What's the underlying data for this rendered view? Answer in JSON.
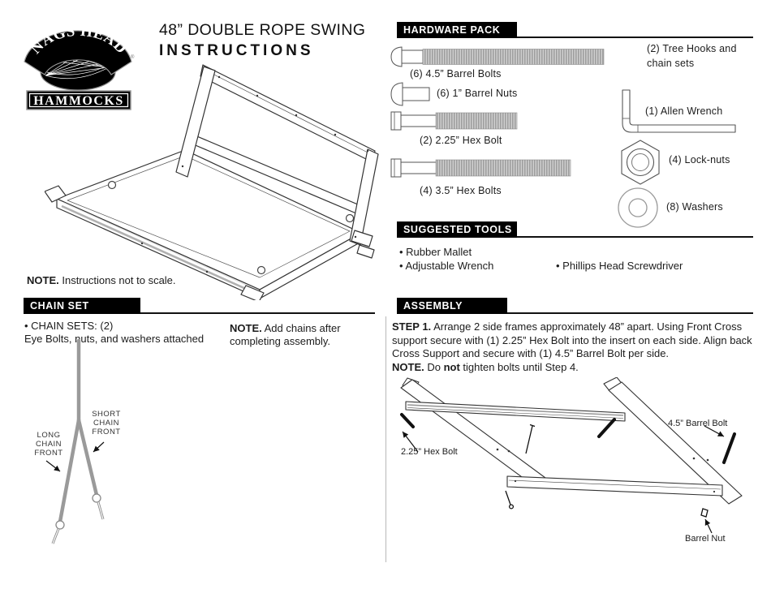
{
  "logo": {
    "arc_text": "NAGS HEAD",
    "banner_text": "HAMMOCKS",
    "reg_mark": "®"
  },
  "title": {
    "line1": "48” DOUBLE ROPE SWING",
    "line2": "INSTRUCTIONS"
  },
  "scale_note": {
    "bold": "NOTE.",
    "text": " Instructions not to scale."
  },
  "hardware": {
    "header": "HARDWARE PACK",
    "left": [
      "(6) 4.5” Barrel Bolts",
      "(6) 1” Barrel Nuts",
      "(2) 2.25” Hex Bolt",
      "(4) 3.5” Hex Bolts"
    ],
    "tree_line1": "(2) Tree Hooks and",
    "tree_line2": "chain sets",
    "right": [
      "(1) Allen Wrench",
      "(4) Lock-nuts",
      "(8) Washers"
    ]
  },
  "tools": {
    "header": "SUGGESTED TOOLS",
    "items": [
      "• Rubber Mallet",
      "• Adjustable Wrench",
      "• Phillips Head Screwdriver"
    ]
  },
  "chain_set": {
    "header": "CHAIN SET",
    "line1": "• CHAIN SETS: (2)",
    "line2": "Eye Bolts, nuts, and washers attached",
    "note_bold": "NOTE.",
    "note_text": " Add chains after completing assembly.",
    "label_short": "SHORT\nCHAIN\nFRONT",
    "label_long": "LONG\nCHAIN\nFRONT"
  },
  "assembly": {
    "header": "ASSEMBLY",
    "step_bold": "STEP 1.",
    "step_text": " Arrange 2 side frames approximately 48” apart. Using Front Cross support secure with (1) 2.25” Hex Bolt into the insert on each side. Align back Cross Support and secure with (1) 4.5” Barrel Bolt per side.",
    "note_bold": "NOTE.",
    "note_pre": " Do ",
    "note_emph": "not",
    "note_post": " tighten bolts until Step 4.",
    "labels": {
      "hex_bolt": "2.25” Hex Bolt",
      "barrel_bolt": "4.5” Barrel Bolt",
      "barrel_nut": "Barrel Nut"
    }
  },
  "colors": {
    "bar_black": "#000000",
    "thread_gray": "#9e9e9e",
    "chain_gray": "#9a9a9a"
  }
}
